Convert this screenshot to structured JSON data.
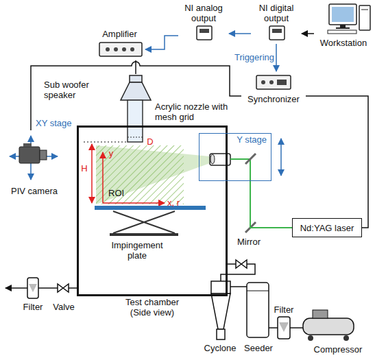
{
  "diagram": {
    "nodes": [
      {
        "text": [
          "Workstation"
        ]
      },
      {
        "text": [
          "NI digital output"
        ]
      },
      {
        "text": [
          "NI analog output"
        ]
      },
      {
        "text": [
          "Amplifier"
        ]
      },
      {
        "text": [
          "Synchronizer"
        ]
      },
      {
        "text": [
          "Sub woofer speaker"
        ]
      },
      {
        "text": [
          "Test chamber (Side view)"
        ]
      },
      {
        "text": [
          "Y stage"
        ]
      },
      {
        "text": [
          "PIV camera"
        ]
      },
      {
        "text": [
          "Nd:YAG laser"
        ]
      }
    ],
    "edges": [
      {
        "from": 0,
        "to": 1,
        "arrow": "to"
      },
      {
        "from": 1,
        "to": 2,
        "arrow": "to"
      },
      {
        "from": 2,
        "to": 3,
        "arrow": "to"
      },
      {
        "from": 1,
        "to": 4,
        "label": "Triggering",
        "arrow": "to"
      },
      {
        "from": 3,
        "to": 5,
        "arrow": "none"
      },
      {
        "from": 4,
        "to": 8,
        "arrow": "none"
      },
      {
        "from": 4,
        "to": 9,
        "arrow": "none"
      },
      {
        "from": 9,
        "to": 7,
        "arrow": "none"
      }
    ],
    "labels": [
      "Acrylic nozzle with mesh grid",
      "D",
      "H",
      "y",
      "x, r",
      "ROI",
      "Impingement plate",
      "Mirror",
      "XY stage",
      "Filter",
      "Valve",
      "Cyclone",
      "Seeder",
      "Filter",
      "Compressor"
    ]
  }
}
